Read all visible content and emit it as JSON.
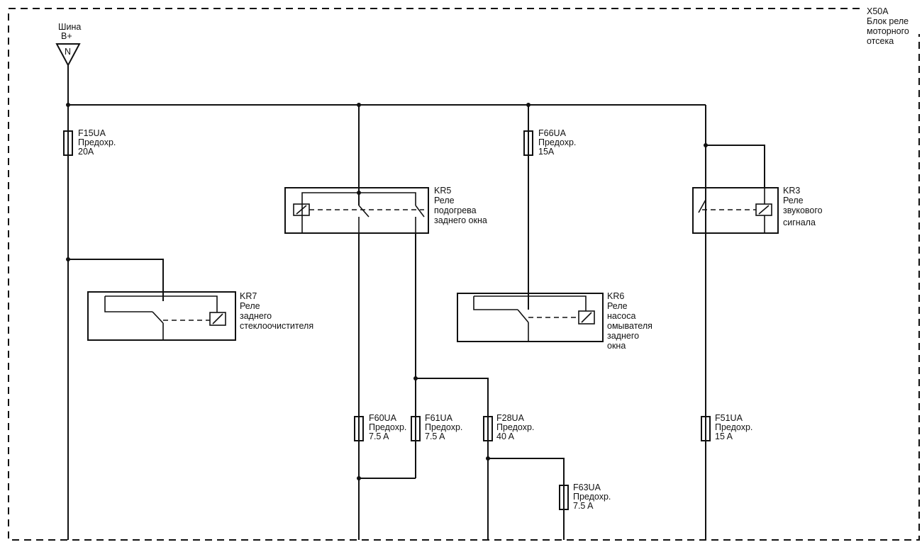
{
  "block": {
    "line1": "X50A",
    "line2": "Блок реле",
    "line3": "моторного",
    "line4": "отсека"
  },
  "bus": {
    "line1": "Шина",
    "line2": "B+",
    "symbol": "N"
  },
  "fuses": {
    "f15": {
      "name": "F15UA",
      "type": "Предохр.",
      "rating": "20A"
    },
    "f66": {
      "name": "F66UA",
      "type": "Предохр.",
      "rating": "15A"
    },
    "f60": {
      "name": "F60UA",
      "type": "Предохр.",
      "rating": "7.5 A"
    },
    "f61": {
      "name": "F61UA",
      "type": "Предохр.",
      "rating": "7.5 A"
    },
    "f28": {
      "name": "F28UA",
      "type": "Предохр.",
      "rating": "40 A"
    },
    "f51": {
      "name": "F51UA",
      "type": "Предохр.",
      "rating": "15 A"
    },
    "f63": {
      "name": "F63UA",
      "type": "Предохр.",
      "rating": "7.5 A"
    }
  },
  "relays": {
    "kr5": {
      "name": "KR5",
      "l1": "Реле",
      "l2": "подогрева",
      "l3": "заднего окна"
    },
    "kr3": {
      "name": "KR3",
      "l1": "Реле",
      "l2": "звукового",
      "l3": "сигнала"
    },
    "kr7": {
      "name": "KR7",
      "l1": "Реле",
      "l2": "заднего",
      "l3": "стеклоочистителя"
    },
    "kr6": {
      "name": "KR6",
      "l1": "Реле",
      "l2": "насоса",
      "l3": "омывателя",
      "l4": "заднего",
      "l5": "окна"
    }
  }
}
